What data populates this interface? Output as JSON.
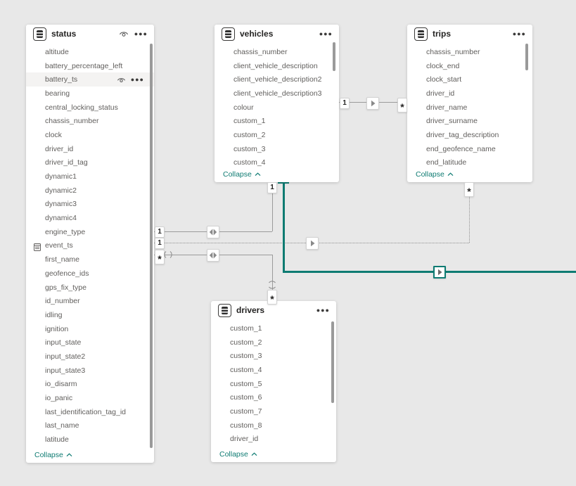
{
  "canvas": {
    "background_color": "#e8e8e8",
    "accent_teal": "#0e7b72",
    "line_gray": "#9b9b9b"
  },
  "tables": [
    {
      "title": "status",
      "collapse_label": "Collapse",
      "header_icons": [
        "table-icon",
        "visibility-eye-icon",
        "more-options-icon"
      ],
      "fields": [
        {
          "label": "altitude"
        },
        {
          "label": "battery_percentage_left"
        },
        {
          "label": "battery_ts",
          "hovered": true,
          "row_icons": [
            "visibility-eye-icon",
            "more-options-icon"
          ]
        },
        {
          "label": "bearing"
        },
        {
          "label": "central_locking_status"
        },
        {
          "label": "chassis_number"
        },
        {
          "label": "clock"
        },
        {
          "label": "driver_id"
        },
        {
          "label": "driver_id_tag"
        },
        {
          "label": "dynamic1"
        },
        {
          "label": "dynamic2"
        },
        {
          "label": "dynamic3"
        },
        {
          "label": "dynamic4"
        },
        {
          "label": "engine_type"
        },
        {
          "label": "event_ts",
          "icon": "datetime-table-icon"
        },
        {
          "label": "first_name"
        },
        {
          "label": "geofence_ids"
        },
        {
          "label": "gps_fix_type"
        },
        {
          "label": "id_number"
        },
        {
          "label": "idling"
        },
        {
          "label": "ignition"
        },
        {
          "label": "input_state"
        },
        {
          "label": "input_state2"
        },
        {
          "label": "input_state3"
        },
        {
          "label": "io_disarm"
        },
        {
          "label": "io_panic"
        },
        {
          "label": "last_identification_tag_id"
        },
        {
          "label": "last_name"
        },
        {
          "label": "latitude"
        }
      ]
    },
    {
      "title": "vehicles",
      "collapse_label": "Collapse",
      "header_icons": [
        "table-icon",
        "more-options-icon"
      ],
      "fields": [
        {
          "label": "chassis_number"
        },
        {
          "label": "client_vehicle_description"
        },
        {
          "label": "client_vehicle_description2"
        },
        {
          "label": "client_vehicle_description3"
        },
        {
          "label": "colour"
        },
        {
          "label": "custom_1"
        },
        {
          "label": "custom_2"
        },
        {
          "label": "custom_3"
        },
        {
          "label": "custom_4"
        }
      ]
    },
    {
      "title": "trips",
      "collapse_label": "Collapse",
      "header_icons": [
        "table-icon",
        "more-options-icon"
      ],
      "fields": [
        {
          "label": "chassis_number"
        },
        {
          "label": "clock_end"
        },
        {
          "label": "clock_start"
        },
        {
          "label": "driver_id"
        },
        {
          "label": "driver_name"
        },
        {
          "label": "driver_surname"
        },
        {
          "label": "driver_tag_description"
        },
        {
          "label": "end_geofence_name"
        },
        {
          "label": "end_latitude"
        }
      ]
    },
    {
      "title": "drivers",
      "collapse_label": "Collapse",
      "header_icons": [
        "table-icon",
        "more-options-icon"
      ],
      "fields": [
        {
          "label": "custom_1"
        },
        {
          "label": "custom_2"
        },
        {
          "label": "custom_3"
        },
        {
          "label": "custom_4"
        },
        {
          "label": "custom_5"
        },
        {
          "label": "custom_6"
        },
        {
          "label": "custom_7"
        },
        {
          "label": "custom_8"
        },
        {
          "label": "driver_id"
        }
      ]
    }
  ],
  "relationships": [
    {
      "name": "vehicles-trips",
      "from_cardinality": "1",
      "to_cardinality": "*",
      "filter_direction": "single",
      "line_style": "solid"
    },
    {
      "name": "status-vehicles",
      "from_cardinality": "1",
      "to_cardinality": "1",
      "filter_direction": "both",
      "line_style": "solid"
    },
    {
      "name": "status-trips",
      "from_cardinality": "1",
      "to_cardinality": "*",
      "filter_direction": "single",
      "line_style": "dotted-inactive"
    },
    {
      "name": "status-drivers",
      "from_cardinality": "*",
      "to_cardinality": "*",
      "filter_direction": "both",
      "line_style": "solid-limited"
    },
    {
      "name": "vehicles-offscreen-right",
      "filter_direction": "single",
      "line_style": "solid-selected"
    }
  ]
}
